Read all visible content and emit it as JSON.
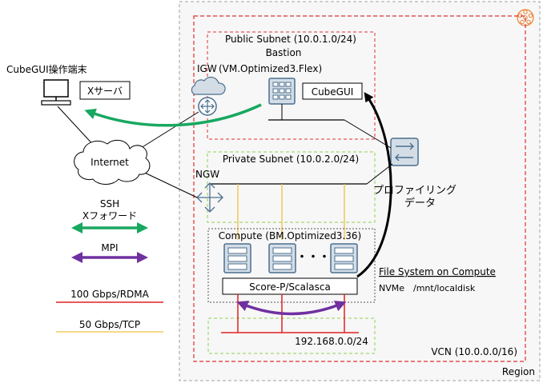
{
  "labels": {
    "terminal": "CubeGUI操作端末",
    "xserver": "Xサーバ",
    "internet": "Internet",
    "public_subnet": "Public Subnet (10.0.1.0/24)",
    "bastion": "Bastion",
    "igw": "IGW",
    "vm_shape": "(VM.Optimized3.Flex)",
    "cubegui": "CubeGUI",
    "private_subnet": "Private Subnet (10.0.2.0/24)",
    "ngw": "NGW",
    "profiling_line1": "プロファイリング",
    "profiling_line2": "データ",
    "compute": "Compute (BM.Optimized3.36)",
    "ellipsis": "・・・",
    "score_p": "Score-P/Scalasca",
    "fs_title": "File System on Compute",
    "fs_detail": "NVMe　/mnt/localdisk",
    "rdma_net": "192.168.0.0/24",
    "vcn": "VCN (10.0.0.0/16)",
    "region": "Region"
  },
  "legend": {
    "ssh_line1": "SSH",
    "ssh_line2": "Xフォワード",
    "mpi": "MPI",
    "rdma": "100 Gbps/RDMA",
    "tcp": "50 Gbps/TCP"
  },
  "colors": {
    "region_border": "#a0a0a0",
    "region_fill": "#f7f7f7",
    "vcn_border": "#e03030",
    "subnet_border": "#e03030",
    "private_border": "#8fd050",
    "green_arrow": "#18a860",
    "purple_arrow": "#7030a0",
    "rdma_red": "#e02020",
    "tcp_yellow": "#f0c040",
    "icon_blue": "#4a6f8f",
    "icon_fill": "#d4dde6",
    "region_icon": "#f08030"
  }
}
